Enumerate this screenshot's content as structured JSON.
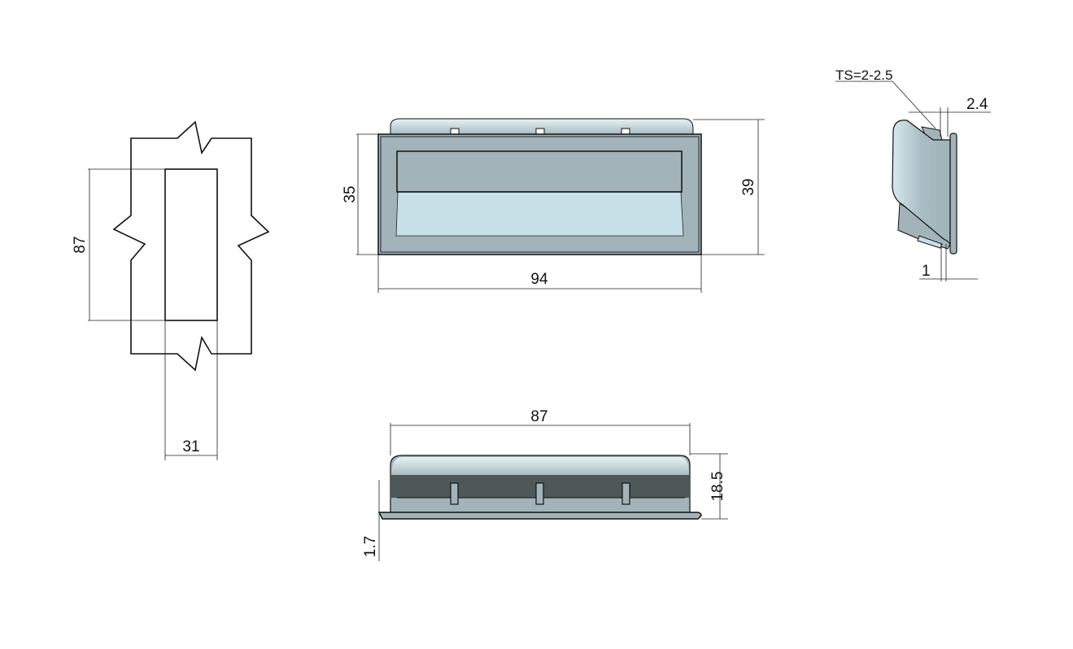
{
  "cutout_view": {
    "height_label": "87",
    "width_label": "31"
  },
  "front_view": {
    "height_inner_label": "35",
    "height_outer_label": "39",
    "width_label": "94"
  },
  "side_view": {
    "panel_thickness_label": "TS=2-2.5",
    "gap_label": "2.4",
    "flange_label": "1"
  },
  "bottom_view": {
    "width_label": "87",
    "depth_label": "18.5",
    "flange_thickness_label": "1.7"
  },
  "colors": {
    "light": "#c8e0e8",
    "mid": "#a2b4b9",
    "dark": "#4e5858"
  }
}
